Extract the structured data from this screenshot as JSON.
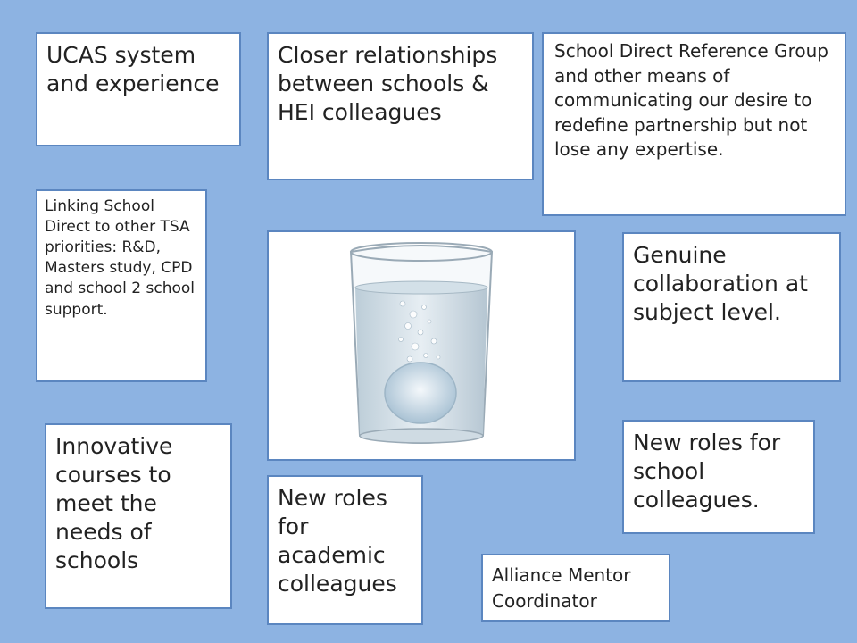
{
  "boxes": {
    "ucas": "UCAS system and experience",
    "closer": "Closer relationships between schools & HEI colleagues",
    "reference": "School Direct Reference Group and other means of communicating our desire to redefine partnership but not lose any expertise.",
    "linking": "Linking School Direct to other TSA priorities: R&D, Masters study, CPD and school 2 school support.",
    "genuine": "Genuine collaboration at subject level.",
    "innovative": "Innovative courses to meet the needs of schools",
    "academic": "New roles for academic colleagues",
    "school_roles": "New roles for school colleagues.",
    "mentor": "Alliance Mentor Coordinator"
  },
  "colors": {
    "background": "#8db3e2",
    "box_border": "#5b86c0"
  },
  "image": {
    "icon": "glass-of-water-with-dissolving-tablet"
  }
}
